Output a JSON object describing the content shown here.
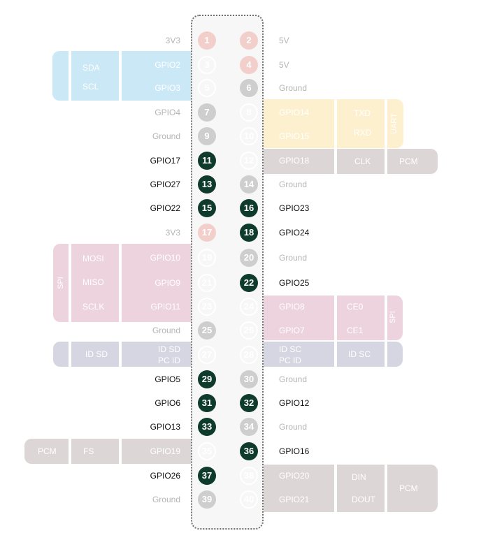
{
  "pins": [
    {
      "n": "1",
      "label": "3V3",
      "style": "power"
    },
    {
      "n": "2",
      "label": "5V",
      "style": "power"
    },
    {
      "n": "3",
      "label": "GPIO2",
      "style": "ring"
    },
    {
      "n": "4",
      "label": "5V",
      "style": "power"
    },
    {
      "n": "5",
      "label": "GPIO3",
      "style": "ring"
    },
    {
      "n": "6",
      "label": "Ground",
      "style": "ground"
    },
    {
      "n": "7",
      "label": "GPIO4",
      "style": "ground"
    },
    {
      "n": "8",
      "label": "GPIO14",
      "style": "ring"
    },
    {
      "n": "9",
      "label": "Ground",
      "style": "ground"
    },
    {
      "n": "10",
      "label": "GPIO15",
      "style": "ring"
    },
    {
      "n": "11",
      "label": "GPIO17",
      "style": "active"
    },
    {
      "n": "12",
      "label": "GPIO18",
      "style": "ring"
    },
    {
      "n": "13",
      "label": "GPIO27",
      "style": "active"
    },
    {
      "n": "14",
      "label": "Ground",
      "style": "ground"
    },
    {
      "n": "15",
      "label": "GPIO22",
      "style": "active"
    },
    {
      "n": "16",
      "label": "GPIO23",
      "style": "active"
    },
    {
      "n": "17",
      "label": "3V3",
      "style": "power"
    },
    {
      "n": "18",
      "label": "GPIO24",
      "style": "active"
    },
    {
      "n": "19",
      "label": "GPIO10",
      "style": "ring"
    },
    {
      "n": "20",
      "label": "Ground",
      "style": "ground"
    },
    {
      "n": "21",
      "label": "GPIO9",
      "style": "ring"
    },
    {
      "n": "22",
      "label": "GPIO25",
      "style": "active"
    },
    {
      "n": "23",
      "label": "GPIO11",
      "style": "ring"
    },
    {
      "n": "24",
      "label": "GPIO8",
      "style": "ring"
    },
    {
      "n": "25",
      "label": "Ground",
      "style": "ground"
    },
    {
      "n": "26",
      "label": "GPIO7",
      "style": "ring"
    },
    {
      "n": "27",
      "label": "ID SD",
      "label2": "PC ID",
      "style": "ring"
    },
    {
      "n": "28",
      "label": "ID SC",
      "label2": "PC ID",
      "style": "ring"
    },
    {
      "n": "29",
      "label": "GPIO5",
      "style": "active"
    },
    {
      "n": "30",
      "label": "Ground",
      "style": "ground"
    },
    {
      "n": "31",
      "label": "GPIO6",
      "style": "active"
    },
    {
      "n": "32",
      "label": "GPIO12",
      "style": "active"
    },
    {
      "n": "33",
      "label": "GPIO13",
      "style": "active"
    },
    {
      "n": "34",
      "label": "Ground",
      "style": "ground"
    },
    {
      "n": "35",
      "label": "GPIO19",
      "style": "ring"
    },
    {
      "n": "36",
      "label": "GPIO16",
      "style": "active"
    },
    {
      "n": "37",
      "label": "GPIO26",
      "style": "active"
    },
    {
      "n": "38",
      "label": "GPIO20",
      "style": "ring"
    },
    {
      "n": "39",
      "label": "Ground",
      "style": "ground"
    },
    {
      "n": "40",
      "label": "GPIO21",
      "style": "ring"
    }
  ],
  "groups": {
    "i2c": {
      "sda": "SDA",
      "scl": "SCL"
    },
    "uart": {
      "name": "UART",
      "txd": "TXD",
      "rxd": "RXD"
    },
    "pcm_clk": {
      "func": "CLK",
      "name": "PCM"
    },
    "spi_left": {
      "name": "SPI",
      "mosi": "MOSI",
      "miso": "MISO",
      "sclk": "SCLK"
    },
    "spi_right": {
      "name": "SPI",
      "ce0": "CE0",
      "ce1": "CE1"
    },
    "id_left": {
      "func": "ID SD"
    },
    "id_right": {
      "func": "ID SC"
    },
    "pcm_fs": {
      "name": "PCM",
      "func": "FS"
    },
    "pcm_data": {
      "din": "DIN",
      "dout": "DOUT",
      "name": "PCM"
    }
  }
}
